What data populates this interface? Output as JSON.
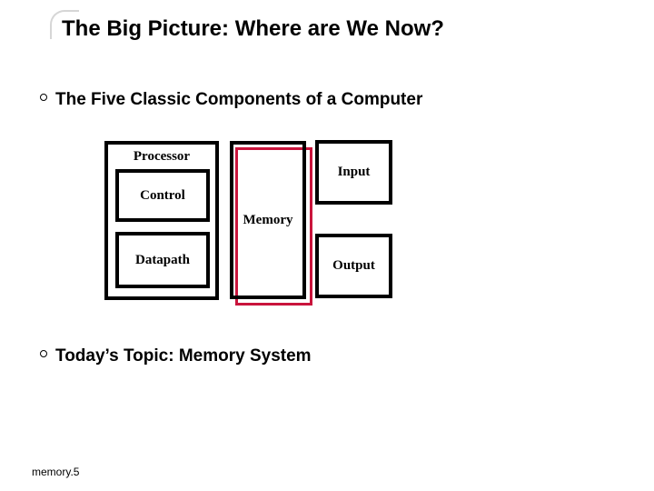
{
  "slide": {
    "title": "The Big Picture: Where are We Now?",
    "bullets": [
      {
        "label": "The Five Classic Components of a Computer"
      },
      {
        "label": "Today’s Topic: Memory System"
      }
    ],
    "footer": "memory.5"
  },
  "diagram": {
    "processor_label": "Processor",
    "control_label": "Control",
    "datapath_label": "Datapath",
    "memory_label": "Memory",
    "input_label": "Input",
    "output_label": "Output",
    "box_border_color": "#000000",
    "highlight_color": "#c9143c"
  }
}
